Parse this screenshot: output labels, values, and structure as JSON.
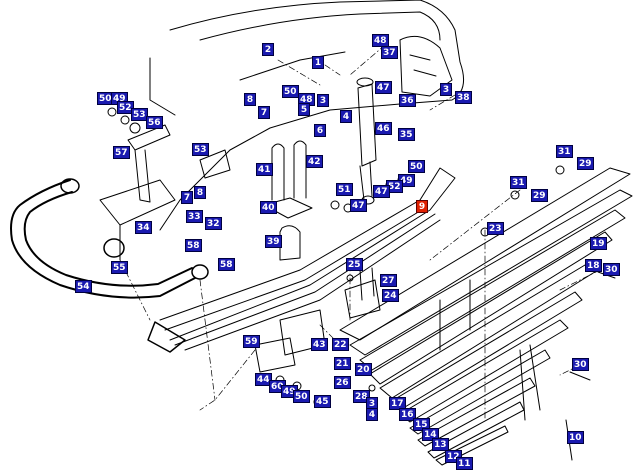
{
  "diagram": {
    "colors": {
      "callout_fill": "#1a1ab0",
      "callout_text": "#ffffff",
      "highlight_fill": "#e02000",
      "line": "#000000"
    },
    "highlighted_part": "9",
    "callouts": [
      {
        "id": "c2",
        "label": "2"
      },
      {
        "id": "c1",
        "label": "1"
      },
      {
        "id": "c48a",
        "label": "48"
      },
      {
        "id": "c37",
        "label": "37"
      },
      {
        "id": "c3a",
        "label": "3"
      },
      {
        "id": "c38",
        "label": "38"
      },
      {
        "id": "c36",
        "label": "36"
      },
      {
        "id": "c50a",
        "label": "50"
      },
      {
        "id": "c49a",
        "label": "49"
      },
      {
        "id": "c52a",
        "label": "52"
      },
      {
        "id": "c53a",
        "label": "53"
      },
      {
        "id": "c56",
        "label": "56"
      },
      {
        "id": "c8a",
        "label": "8"
      },
      {
        "id": "c7a",
        "label": "7"
      },
      {
        "id": "c50b",
        "label": "50"
      },
      {
        "id": "c48b",
        "label": "48"
      },
      {
        "id": "c5",
        "label": "5"
      },
      {
        "id": "c3b",
        "label": "3"
      },
      {
        "id": "c47a",
        "label": "47"
      },
      {
        "id": "c4a",
        "label": "4"
      },
      {
        "id": "c6",
        "label": "6"
      },
      {
        "id": "c46",
        "label": "46"
      },
      {
        "id": "c35",
        "label": "35"
      },
      {
        "id": "c57",
        "label": "57"
      },
      {
        "id": "c53b",
        "label": "53"
      },
      {
        "id": "c41",
        "label": "41"
      },
      {
        "id": "c42",
        "label": "42"
      },
      {
        "id": "c50c",
        "label": "50"
      },
      {
        "id": "c49b",
        "label": "49"
      },
      {
        "id": "c52b",
        "label": "52"
      },
      {
        "id": "c47b",
        "label": "47"
      },
      {
        "id": "c51",
        "label": "51"
      },
      {
        "id": "c47c",
        "label": "47"
      },
      {
        "id": "c9",
        "label": "9"
      },
      {
        "id": "c31a",
        "label": "31"
      },
      {
        "id": "c29a",
        "label": "29"
      },
      {
        "id": "c31b",
        "label": "31"
      },
      {
        "id": "c29b",
        "label": "29"
      },
      {
        "id": "c8b",
        "label": "8"
      },
      {
        "id": "c7b",
        "label": "7"
      },
      {
        "id": "c40",
        "label": "40"
      },
      {
        "id": "c33",
        "label": "33"
      },
      {
        "id": "c32",
        "label": "32"
      },
      {
        "id": "c34",
        "label": "34"
      },
      {
        "id": "c23",
        "label": "23"
      },
      {
        "id": "c39",
        "label": "39"
      },
      {
        "id": "c58a",
        "label": "58"
      },
      {
        "id": "c58b",
        "label": "58"
      },
      {
        "id": "c55",
        "label": "55"
      },
      {
        "id": "c54",
        "label": "54"
      },
      {
        "id": "c19",
        "label": "19"
      },
      {
        "id": "c18",
        "label": "18"
      },
      {
        "id": "c30a",
        "label": "30"
      },
      {
        "id": "c25",
        "label": "25"
      },
      {
        "id": "c27",
        "label": "27"
      },
      {
        "id": "c24",
        "label": "24"
      },
      {
        "id": "c59",
        "label": "59"
      },
      {
        "id": "c43",
        "label": "43"
      },
      {
        "id": "c22",
        "label": "22"
      },
      {
        "id": "c21",
        "label": "21"
      },
      {
        "id": "c20",
        "label": "20"
      },
      {
        "id": "c26",
        "label": "26"
      },
      {
        "id": "c30b",
        "label": "30"
      },
      {
        "id": "c44",
        "label": "44"
      },
      {
        "id": "c60",
        "label": "60"
      },
      {
        "id": "c49c",
        "label": "49"
      },
      {
        "id": "c50d",
        "label": "50"
      },
      {
        "id": "c45",
        "label": "45"
      },
      {
        "id": "c28",
        "label": "28"
      },
      {
        "id": "c3c",
        "label": "3"
      },
      {
        "id": "c4b",
        "label": "4"
      },
      {
        "id": "c17",
        "label": "17"
      },
      {
        "id": "c16",
        "label": "16"
      },
      {
        "id": "c15",
        "label": "15"
      },
      {
        "id": "c14",
        "label": "14"
      },
      {
        "id": "c13",
        "label": "13"
      },
      {
        "id": "c12",
        "label": "12"
      },
      {
        "id": "c11",
        "label": "11"
      },
      {
        "id": "c10",
        "label": "10"
      }
    ]
  }
}
